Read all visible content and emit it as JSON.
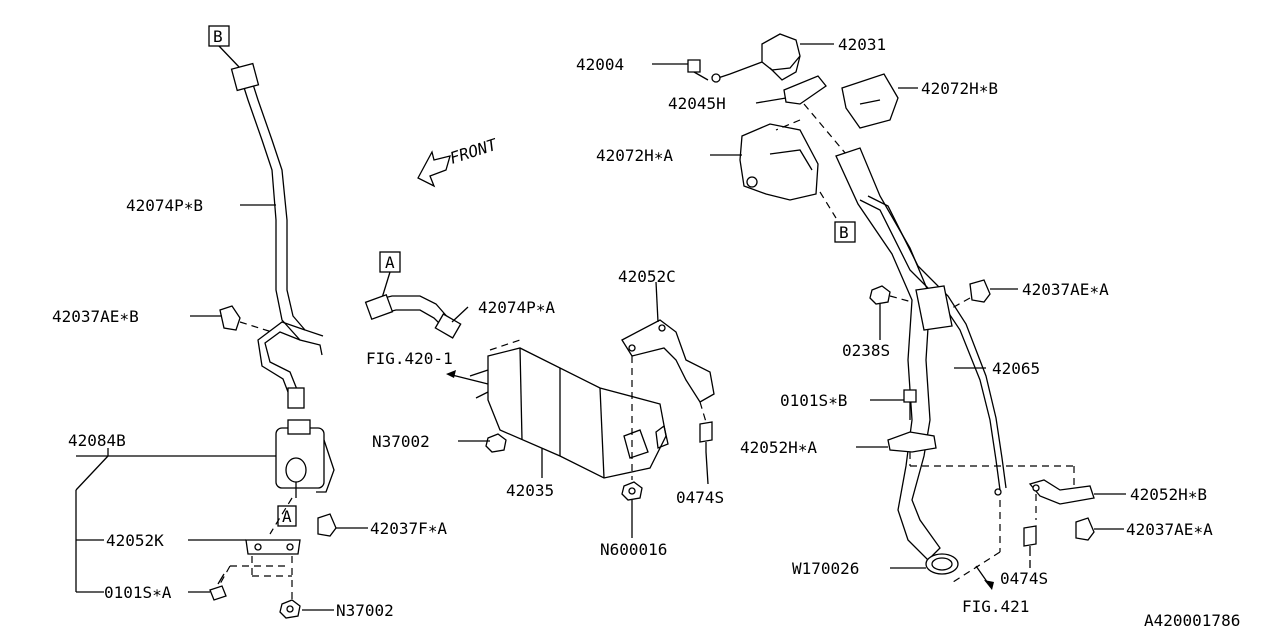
{
  "front_label": "FRONT",
  "figure_code": "A420001786",
  "labels": {
    "l42004": "42004",
    "l42031": "42031",
    "l42045H": "42045H",
    "l42072HB": "42072H∗B",
    "l42072HA": "42072H∗A",
    "l42074PB": "42074P∗B",
    "l42074PA": "42074P∗A",
    "l42037AEB": "42037AE∗B",
    "l42037AEA_top": "42037AE∗A",
    "l42037AEA_bot": "42037AE∗A",
    "l42052C": "42052C",
    "lFIG420": "FIG.420-1",
    "lN37002_mid": "N37002",
    "l42035": "42035",
    "l0474S_mid": "0474S",
    "lN600016": "N600016",
    "l0238S": "0238S",
    "l42065": "42065",
    "l0101SB": "0101S∗B",
    "l42052HA": "42052H∗A",
    "l42052HB": "42052H∗B",
    "l42084B": "42084B",
    "l42037FA": "42037F∗A",
    "l42052K": "42052K",
    "l0101SA": "0101S∗A",
    "lN37002_bot": "N37002",
    "lW170026": "W170026",
    "l0474S_right": "0474S",
    "lFIG421": "FIG.421"
  },
  "ref_boxes": {
    "b_top_left": "B",
    "a_mid": "A",
    "a_left": "A",
    "b_right": "B"
  }
}
